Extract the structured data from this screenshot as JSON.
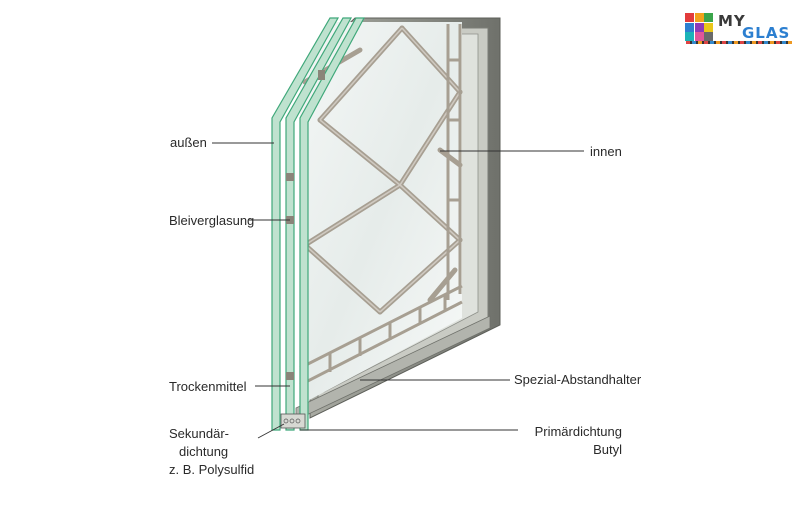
{
  "labels": {
    "aussen": "außen",
    "bleiverglasung": "Bleiverglasung",
    "trockenmittel": "Trockenmittel",
    "sekundaer_1": "Sekundär-",
    "sekundaer_2": "dichtung",
    "sekundaer_3": "z. B. Polysulfid",
    "innen": "innen",
    "abstandhalter": "Spezial-Abstandhalter",
    "primaer_1": "Primärdichtung",
    "primaer_2": "Butyl"
  },
  "logo": {
    "text_1": "MY",
    "text_2": "GLAS"
  },
  "colors": {
    "glass_edge": "#3fa87a",
    "frame": "#8d8f87",
    "lead_came": "#a79f92",
    "leader_line": "#333333"
  }
}
